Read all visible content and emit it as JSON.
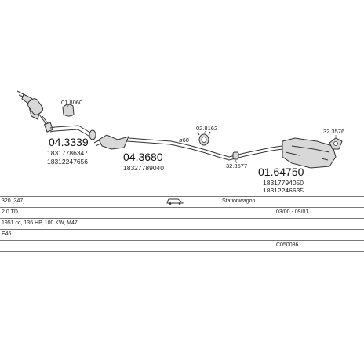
{
  "parts": {
    "p1": {
      "number": "01.8060"
    },
    "p2": {
      "number": "04.3339",
      "refs": [
        "18317786347",
        "18312247656"
      ]
    },
    "p3": {
      "number": "04.3680",
      "refs": [
        "18327789040"
      ]
    },
    "p4": {
      "number": "02.8162"
    },
    "p5": {
      "number": "32.3577"
    },
    "p6": {
      "number": "01.64750",
      "refs": [
        "18317794050",
        "18312246635"
      ]
    },
    "p7": {
      "number": "32.3576"
    },
    "dia": {
      "label": "ø60"
    }
  },
  "vehicle": {
    "row1": {
      "model": "320 [347]",
      "body": "Stationwagon"
    },
    "row2": {
      "engine": "2.0 TD",
      "years": "03/00 - 09/01"
    },
    "row3": {
      "spec": "1951 cc, 136 HP, 100 KW, M47"
    },
    "row4": {
      "chassis": "E46"
    },
    "row5": {
      "code": "C050086"
    }
  },
  "icons": {
    "body_type": "station-wagon-icon"
  }
}
